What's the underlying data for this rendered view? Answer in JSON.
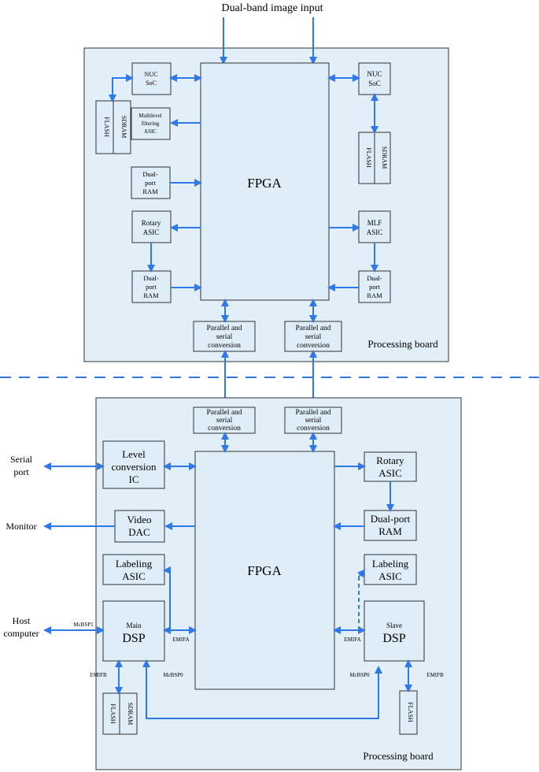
{
  "top": {
    "input_label": "Dual-band image input",
    "board_label": "Processing board",
    "fpga": "FPGA",
    "nuc_left": [
      "NUC",
      "SoC"
    ],
    "nuc_right": [
      "NUC",
      "SoC"
    ],
    "mem_left": [
      "FLASH",
      "SDRAM"
    ],
    "mem_right": [
      "FLASH",
      "SDRAM"
    ],
    "multilevel": [
      "Multilevel",
      "filtering",
      "ASIC"
    ],
    "dpram1": [
      "Dual-",
      "port",
      "RAM"
    ],
    "rotary": [
      "Rotary",
      "ASIC"
    ],
    "dpram2": [
      "Dual-",
      "port",
      "RAM"
    ],
    "mlf": [
      "MLF",
      "ASIC"
    ],
    "dpram3": [
      "Dual-",
      "port",
      "RAM"
    ],
    "psc_left": [
      "Parallel and",
      "serial",
      "conversion"
    ],
    "psc_right": [
      "Parallel and",
      "serial",
      "conversion"
    ]
  },
  "bottom": {
    "board_label": "Processing board",
    "fpga": "FPGA",
    "psc_left": [
      "Parallel and",
      "serial",
      "conversion"
    ],
    "psc_right": [
      "Parallel and",
      "serial",
      "conversion"
    ],
    "level": [
      "Level",
      "conversion",
      "IC"
    ],
    "video": [
      "Video",
      "DAC"
    ],
    "labeling_left": [
      "Labeling",
      "ASIC"
    ],
    "labeling_right": [
      "Labeling",
      "ASIC"
    ],
    "main_dsp": [
      "Main",
      "DSP"
    ],
    "slave_dsp": [
      "Slave",
      "DSP"
    ],
    "rotary": [
      "Rotary",
      "ASIC"
    ],
    "dpram": [
      "Dual-port",
      "RAM"
    ],
    "mem_left": [
      "FLASH",
      "SDRAM"
    ],
    "flash_right": "FLASH",
    "serial_port": [
      "Serial",
      "port"
    ],
    "monitor": "Monitor",
    "host": [
      "Host",
      "computer"
    ],
    "mcbsp1": "McBSP1",
    "emifa_left": "EMIFA",
    "emifa_right": "EMIFA",
    "emifb_left": "EMIFB",
    "emifb_right": "EMIFB",
    "mcbsp0_left": "McBSP0",
    "mcbsp0_right": "McBSP0"
  }
}
